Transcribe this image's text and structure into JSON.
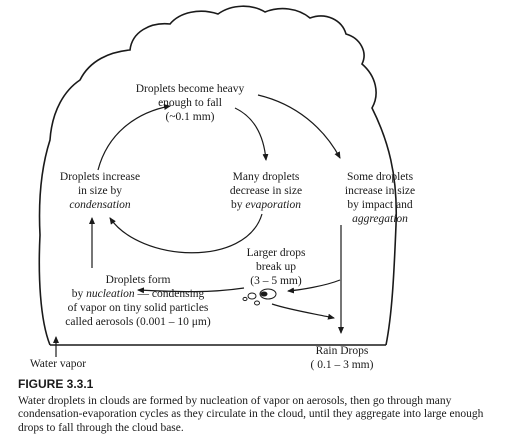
{
  "diagram": {
    "nodes": {
      "heavy": [
        "Droplets become heavy",
        "enough to fall",
        "(~0.1 mm)"
      ],
      "increase_condensation": [
        "Droplets increase",
        "in size by",
        "condensation"
      ],
      "decrease_evaporation": [
        "Many droplets",
        "decrease in size",
        "by evaporation"
      ],
      "impact_aggregation": [
        "Some droplets",
        "increase in size",
        "by impact and",
        "aggregation"
      ],
      "larger_drops": [
        "Larger drops",
        "break up",
        "(3 – 5 mm)"
      ],
      "nucleation": [
        "Droplets form",
        "by nucleation — condensing",
        "of vapor on tiny solid particles",
        "called aerosols (0.001 – 10 μm)"
      ],
      "water_vapor": "Water vapor",
      "rain_drops": [
        "Rain Drops",
        "( 0.1 – 3 mm)"
      ]
    }
  },
  "caption": {
    "title": "FIGURE 3.3.1",
    "text": "Water droplets in clouds are formed by nucleation of vapor on aerosols, then go through many condensation-evaporation cycles as they circulate in the cloud, until they aggregate into large enough drops to fall through the cloud base."
  },
  "colors": {
    "ink": "#1a1a1a",
    "paper": "#ffffff",
    "bleed": "#9a9a9a"
  }
}
